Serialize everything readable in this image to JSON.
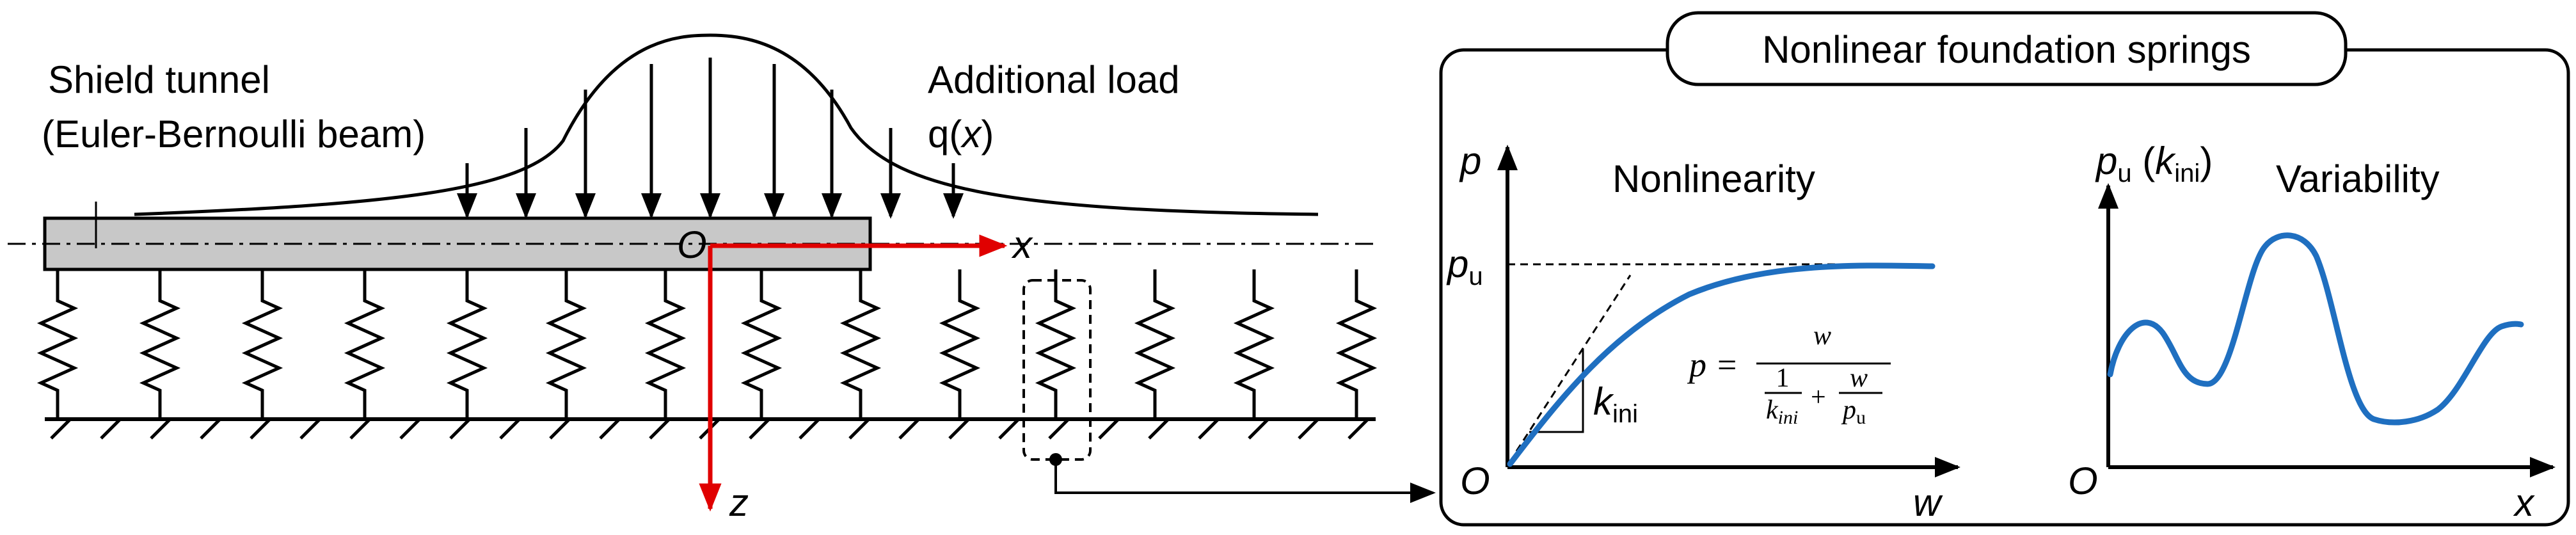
{
  "left_model": {
    "tunnel_label_line1": "Shield tunnel",
    "tunnel_label_line2": "(Euler-Bernoulli beam)",
    "load_label_line1": "Additional load",
    "load_label_q": "q(",
    "load_label_x": "x",
    "load_label_close": ")",
    "origin_label": "O",
    "x_axis_label": "x",
    "z_axis_label": "z",
    "axis_color": "#e00000",
    "beam_fill": "#c8c8c8"
  },
  "panel": {
    "title": "Nonlinear foundation springs",
    "curve_color": "#1f6fc0"
  },
  "nonlinearity_plot": {
    "title": "Nonlinearity",
    "y_axis_label": "p",
    "x_axis_label": "w",
    "origin_label": "O",
    "pu_label_main": "p",
    "pu_label_sub": "u",
    "kini_label_main": "k",
    "kini_label_sub": "ini",
    "formula_lhs": "p =",
    "formula_num": "w",
    "formula_den_1": "1",
    "formula_den_k": "k",
    "formula_den_k_sub": "ini",
    "formula_plus": "+",
    "formula_den_w": "w",
    "formula_den_p": "p",
    "formula_den_p_sub": "u"
  },
  "variability_plot": {
    "title": "Variability",
    "y_label_p": "p",
    "y_label_p_sub": "u",
    "y_label_open": " (",
    "y_label_k": "k",
    "y_label_k_sub": "ini",
    "y_label_close": ")",
    "x_axis_label": "x",
    "origin_label": "O"
  }
}
